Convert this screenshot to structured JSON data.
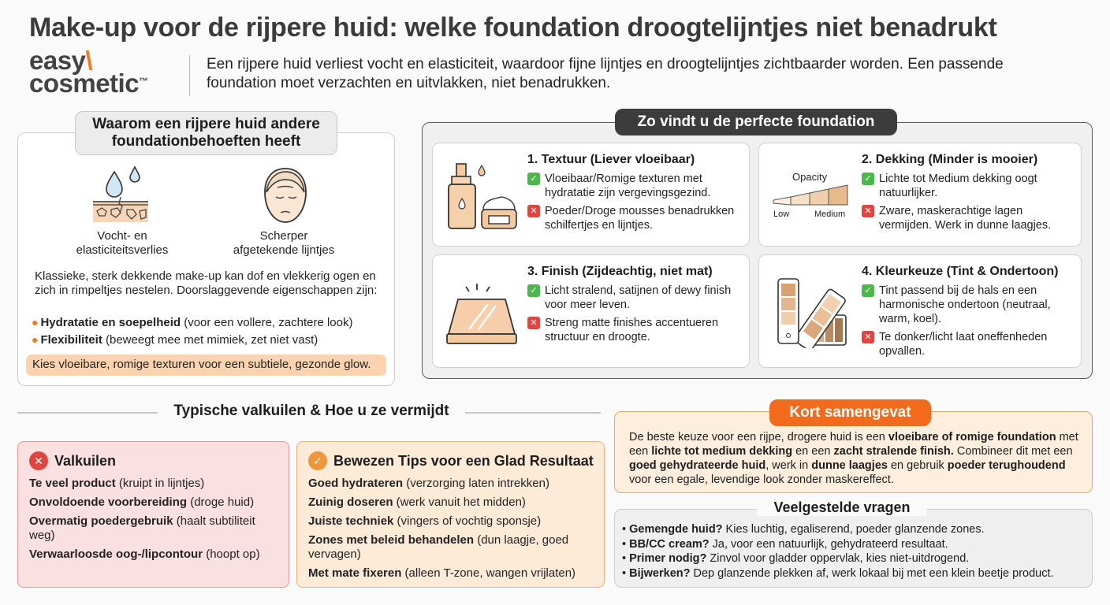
{
  "title": "Make-up voor de rijpere huid: welke foundation droogtelijntjes niet benadrukt",
  "logo": {
    "line1": "easy",
    "slash": "\\",
    "line2": "cosmetic",
    "tm": "™"
  },
  "intro": "Een rijpere huid verliest vocht en elasticiteit, waardoor fijne lijntjes en droogtelijntjes zichtbaarder worden. Een passende foundation moet verzachten en uitvlakken, niet benadrukken.",
  "why": {
    "heading_line1": "Waarom een rijpere huid andere",
    "heading_line2": "foundationbehoeften heeft",
    "icons": [
      {
        "icon": "water-drops-cracked-skin-icon",
        "caption_line1": "Vocht- en",
        "caption_line2": "elasticiteitsverlies"
      },
      {
        "icon": "mature-face-icon",
        "caption_line1": "Scherper",
        "caption_line2": "afgetekende lijntjes"
      }
    ],
    "text": "Klassieke, sterk dekkende make-up kan dof en vlekkerig ogen en zich in rimpeltjes nestelen. Doorslaggevende eigenschappen zijn:",
    "bullets": [
      {
        "bold": "Hydratatie en soepelheid",
        "rest": " (voor een vollere, zachtere look)"
      },
      {
        "bold": "Flexibiliteit",
        "rest": " (beweegt mee met mimiek, zet niet vast)"
      }
    ],
    "tip": "Kies vloeibare, romige texturen voor een subtiele, gezonde glow."
  },
  "howto": {
    "heading": "Zo vindt u de perfecte foundation",
    "cards": [
      {
        "title": "1. Textuur (Liever vloeibaar)",
        "icon": "foundation-bottle-cream-jar-icon",
        "pro": "Vloeibaar/Romige texturen met hydratatie zijn vergevingsgezind.",
        "con": "Poeder/Droge mousses benadrukken schilfertjes en lijntjes."
      },
      {
        "title": "2. Dekking (Minder is mooier)",
        "icon": "opacity-scale-icon",
        "scale": {
          "label": "Opacity",
          "low": "Low",
          "high": "Medium"
        },
        "pro": "Lichte tot Medium dekking oogt natuurlijker.",
        "con": "Zware, maskerachtige lagen vermijden. Werk in dunne laagjes."
      },
      {
        "title": "3. Finish (Zijdeachtig, niet mat)",
        "icon": "glowing-powder-compact-icon",
        "pro": "Licht stralend, satijnen of dewy finish voor meer leven.",
        "con": "Streng matte finishes accentueren structuur en droogte."
      },
      {
        "title": "4. Kleurkeuze (Tint & Ondertoon)",
        "icon": "color-swatch-fan-icon",
        "pro": "Tint passend bij de hals en een harmonische ondertoon (neutraal, warm, koel).",
        "con": "Te donker/licht laat oneffenheden opvallen."
      }
    ]
  },
  "pitfalls_section": {
    "heading": "Typische valkuilen & Hoe u ze vermijdt",
    "pitfalls": {
      "title": "Valkuilen",
      "items": [
        {
          "bold": "Te veel product",
          "rest": " (kruipt in lijntjes)"
        },
        {
          "bold": "Onvoldoende voorbereiding",
          "rest": " (droge huid)"
        },
        {
          "bold": "Overmatig poedergebruik",
          "rest": " (haalt subtiliteit weg)"
        },
        {
          "bold": "Verwaarloosde oog-/lipcontour",
          "rest": " (hoopt op)"
        }
      ]
    },
    "tips": {
      "title": "Bewezen Tips voor een Glad Resultaat",
      "items": [
        {
          "bold": "Goed hydrateren",
          "rest": " (verzorging laten intrekken)"
        },
        {
          "bold": "Zuinig doseren",
          "rest": " (werk vanuit het midden)"
        },
        {
          "bold": "Juiste techniek",
          "rest": " (vingers of vochtig sponsje)"
        },
        {
          "bold": "Zones met beleid behandelen",
          "rest": " (dun laagje, goed vervagen)"
        },
        {
          "bold": "Met mate fixeren",
          "rest": " (alleen T-zone, wangen vrijlaten)"
        }
      ]
    }
  },
  "summary": {
    "heading": "Kort samengevat",
    "segments": [
      "De beste keuze voor een rijpe, drogere huid is een ",
      "vloeibare of romige foundation",
      " met een ",
      "lichte tot medium dekking",
      " en een ",
      "zacht stralende finish.",
      " Combineer dit met een ",
      "goed gehydrateerde huid",
      ", werk in ",
      "dunne laagjes",
      " en gebruik ",
      "poeder terughoudend",
      " voor een egale, levendige look zonder maskereffect."
    ]
  },
  "faq": {
    "heading": "Veelgestelde vragen",
    "items": [
      {
        "q": "Gemengde huid?",
        "a": " Kies luchtig, egaliserend, poeder glanzende zones."
      },
      {
        "q": "BB/CC cream?",
        "a": " Ja, voor een natuurlijk, gehydrateerd resultaat."
      },
      {
        "q": "Primer nodig?",
        "a": " Zinvol voor gladder oppervlak, kies niet-uitdrogend."
      },
      {
        "q": "Bijwerken?",
        "a": " Dep glanzende plekken af, werk lokaal bij met een klein beetje product."
      }
    ]
  },
  "colors": {
    "accent": "#f26b1d",
    "check": "#4cb84c",
    "cross": "#e0453f",
    "skin": "#f3c9a0"
  }
}
